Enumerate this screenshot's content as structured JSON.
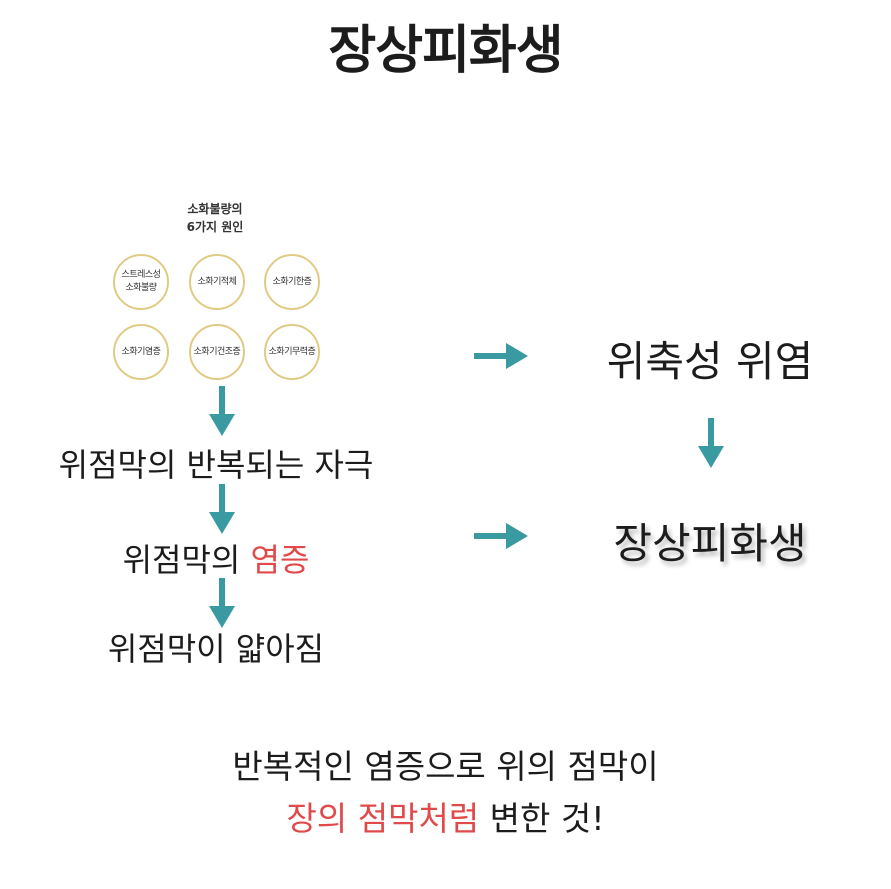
{
  "title": "장상피화생",
  "causes": {
    "heading_line1": "소화불량의",
    "heading_line2": "6가지 원인",
    "items": [
      {
        "line1": "스트레스성",
        "line2": "소화불량"
      },
      {
        "line1": "소화기적체",
        "line2": ""
      },
      {
        "line1": "소화기한증",
        "line2": ""
      },
      {
        "line1": "소화기염증",
        "line2": ""
      },
      {
        "line1": "소화기건조증",
        "line2": ""
      },
      {
        "line1": "소화기무력증",
        "line2": ""
      }
    ]
  },
  "flow": {
    "step1": "위점막의 반복되는 자극",
    "step2_prefix": "위점막의 ",
    "step2_highlight": "염증",
    "step3": "위점막이 얇아짐"
  },
  "right": {
    "result1": "위축성 위염",
    "result2": "장상피화생"
  },
  "summary": {
    "line1": "반복적인 염증으로 위의 점막이",
    "line2_highlight": "장의 점막처럼",
    "line2_rest": " 변한 것!"
  },
  "colors": {
    "arrow": "#3a9aa2",
    "highlight": "#e04a4a",
    "circle_border": "#e0cb85"
  }
}
